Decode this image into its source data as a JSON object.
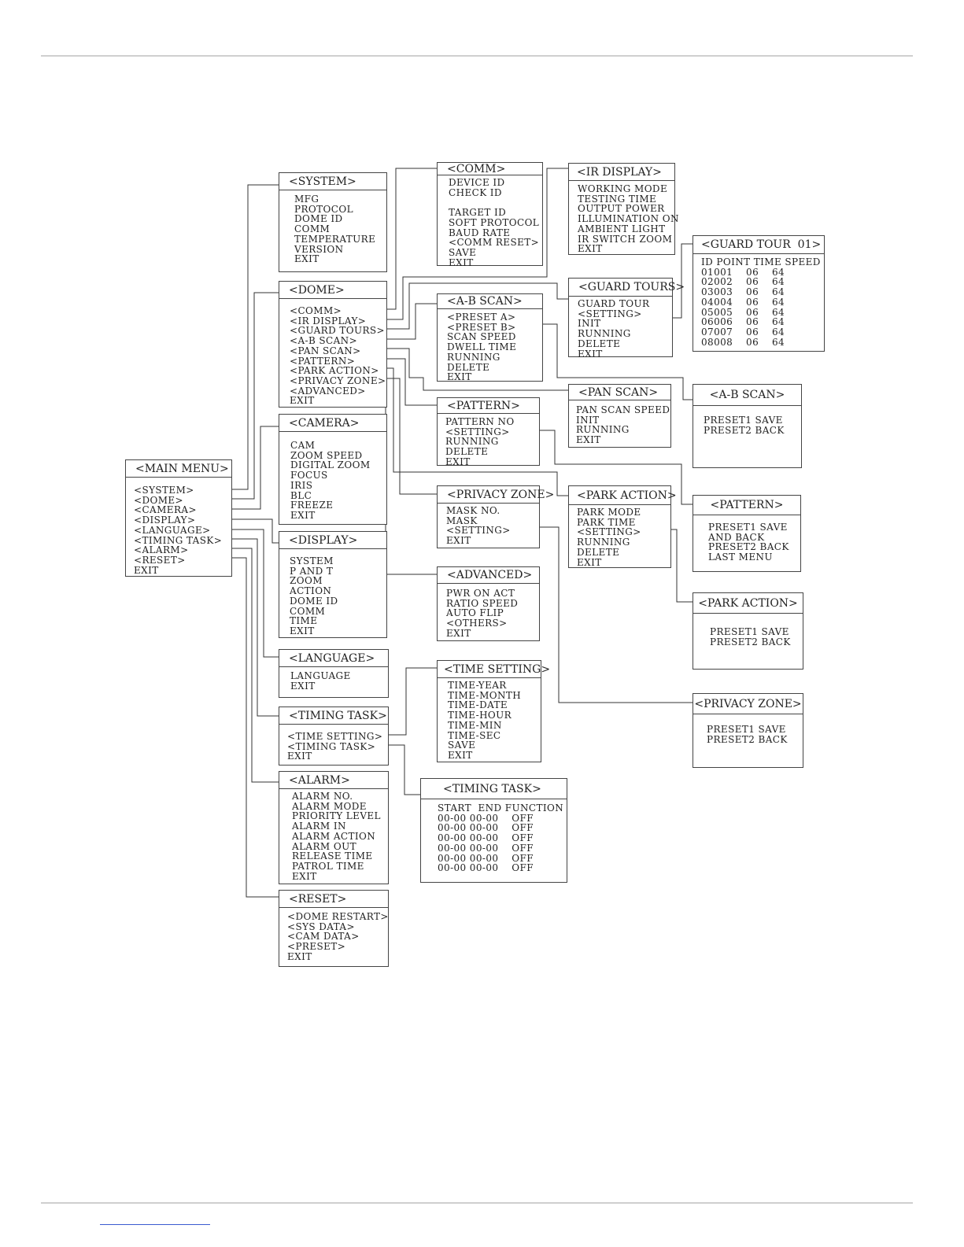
{
  "menus": {
    "main_menu": {
      "title": "<MAIN MENU>",
      "items": [
        "<SYSTEM>",
        "<DOME>",
        "<CAMERA>",
        "<DISPLAY>",
        "<LANGUAGE>",
        "<TIMING TASK>",
        "<ALARM>",
        "<RESET>",
        "EXIT"
      ]
    },
    "system": {
      "title": "<SYSTEM>",
      "items": [
        "MFG",
        "PROTOCOL",
        "DOME ID",
        "COMM",
        "TEMPERATURE",
        "VERSION",
        "EXIT"
      ]
    },
    "dome": {
      "title": "<DOME>",
      "items": [
        "<COMM>",
        "<IR DISPLAY>",
        "<GUARD TOURS>",
        "<A-B SCAN>",
        "<PAN SCAN>",
        "<PATTERN>",
        "<PARK ACTION>",
        "<PRIVACY ZONE>",
        "<ADVANCED>",
        "EXIT"
      ]
    },
    "camera": {
      "title": "<CAMERA>",
      "items": [
        "CAM",
        "ZOOM SPEED",
        "DIGITAL ZOOM",
        "FOCUS",
        "IRIS",
        "BLC",
        "FREEZE",
        "EXIT"
      ]
    },
    "display": {
      "title": "<DISPLAY>",
      "items": [
        "SYSTEM",
        "P AND T",
        "ZOOM",
        "ACTION",
        "DOME ID",
        "COMM",
        "TIME",
        "EXIT"
      ]
    },
    "language": {
      "title": "<LANGUAGE>",
      "items": [
        "LANGUAGE",
        "EXIT"
      ]
    },
    "timing_task": {
      "title": "<TIMING TASK>",
      "items": [
        "<TIME SETTING>",
        "<TIMING TASK>",
        "EXIT"
      ]
    },
    "alarm": {
      "title": "<ALARM>",
      "items": [
        "ALARM NO.",
        "ALARM MODE",
        "PRIORITY LEVEL",
        "ALARM IN",
        "ALARM ACTION",
        "ALARM OUT",
        "RELEASE TIME",
        "PATROL TIME",
        "EXIT"
      ]
    },
    "reset": {
      "title": "<RESET>",
      "items": [
        "<DOME RESTART>",
        "<SYS DATA>",
        "<CAM DATA>",
        "<PRESET>",
        "EXIT"
      ]
    },
    "comm": {
      "title": "<COMM>",
      "items": [
        "DEVICE ID",
        "CHECK ID",
        "",
        "TARGET ID",
        "SOFT PROTOCOL",
        "BAUD RATE",
        "<COMM RESET>",
        "SAVE",
        "EXIT"
      ]
    },
    "ab_scan": {
      "title": "<A-B SCAN>",
      "items": [
        "<PRESET A>",
        "<PRESET B>",
        "SCAN SPEED",
        "DWELL TIME",
        "RUNNING",
        "DELETE",
        "EXIT"
      ]
    },
    "pattern": {
      "title": "<PATTERN>",
      "items": [
        "PATTERN NO",
        "<SETTING>",
        "RUNNING",
        "DELETE",
        "EXIT"
      ]
    },
    "privacy_zone": {
      "title": "<PRIVACY ZONE>",
      "items": [
        "MASK NO.",
        "MASK",
        "<SETTING>",
        "EXIT"
      ]
    },
    "advanced": {
      "title": "<ADVANCED>",
      "items": [
        "PWR ON ACT",
        "RATIO SPEED",
        "AUTO FLIP",
        "<OTHERS>",
        "EXIT"
      ]
    },
    "time_setting": {
      "title": "<TIME SETTING>",
      "items": [
        "TIME-YEAR",
        "TIME-MONTH",
        "TIME-DATE",
        "TIME-HOUR",
        "TIME-MIN",
        "TIME-SEC",
        "SAVE",
        "EXIT"
      ]
    },
    "timing_task_table": {
      "title": "<TIMING TASK>",
      "items": [
        "START  END FUNCTION",
        "00-00 00-00    OFF",
        "00-00 00-00    OFF",
        "00-00 00-00    OFF",
        "00-00 00-00    OFF",
        "00-00 00-00    OFF",
        "00-00 00-00    OFF"
      ]
    },
    "ir_display": {
      "title": "<IR DISPLAY>",
      "items": [
        "WORKING MODE",
        "TESTING TIME",
        "OUTPUT POWER",
        "ILLUMINATION ON",
        "AMBIENT LIGHT",
        "IR SWITCH ZOOM",
        "EXIT"
      ]
    },
    "guard_tours": {
      "title": "<GUARD TOURS>",
      "items": [
        "GUARD TOUR",
        "<SETTING>",
        "INIT",
        "RUNNING",
        "DELETE",
        "EXIT"
      ]
    },
    "pan_scan": {
      "title": "<PAN SCAN>",
      "items": [
        "PAN SCAN SPEED",
        "INIT",
        "RUNNING",
        "EXIT"
      ]
    },
    "park_action": {
      "title": "<PARK ACTION>",
      "items": [
        "PARK MODE",
        "PARK TIME",
        "<SETTING>",
        "RUNNING",
        "DELETE",
        "EXIT"
      ]
    },
    "guard_tour_01": {
      "title": "<GUARD TOUR  01>",
      "items": [
        "ID POINT TIME SPEED",
        "01001    06    64",
        "02002    06    64",
        "03003    06    64",
        "04004    06    64",
        "05005    06    64",
        "06006    06    64",
        "07007    06    64",
        "08008    06    64"
      ]
    },
    "ab_scan_setting": {
      "title": "<A-B SCAN>",
      "items": [
        "PRESET1 SAVE",
        "PRESET2 BACK"
      ]
    },
    "pattern_setting": {
      "title": "<PATTERN>",
      "items": [
        "PRESET1 SAVE",
        "AND BACK",
        "PRESET2 BACK",
        "LAST MENU"
      ]
    },
    "park_action_setting": {
      "title": "<PARK ACTION>",
      "items": [
        "PRESET1 SAVE",
        "PRESET2 BACK"
      ]
    },
    "privacy_zone_setting": {
      "title": "<PRIVACY ZONE>",
      "items": [
        "PRESET1 SAVE",
        "PRESET2 BACK"
      ]
    }
  }
}
